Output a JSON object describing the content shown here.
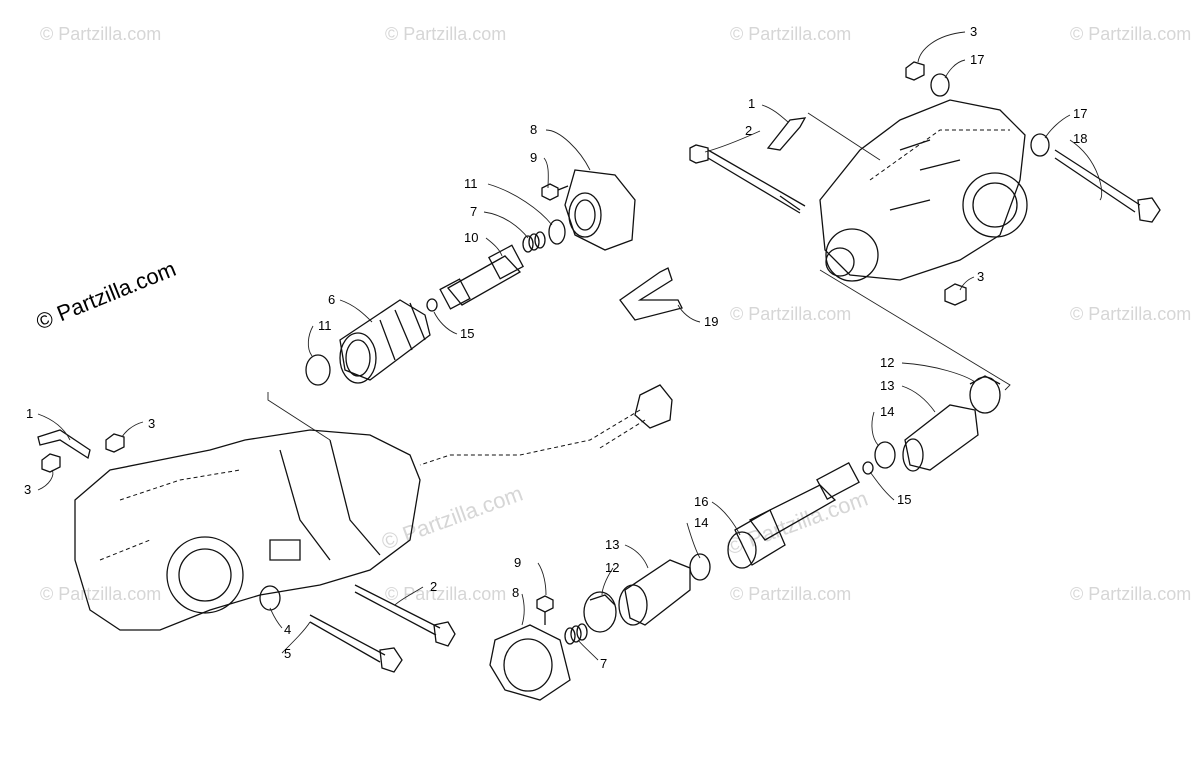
{
  "brand": {
    "text": "© Partzilla.com"
  },
  "watermark": {
    "text": "© Partzilla.com"
  },
  "callouts": [
    {
      "id": "c1a",
      "label": "1"
    },
    {
      "id": "c2a",
      "label": "2"
    },
    {
      "id": "c3a",
      "label": "3"
    },
    {
      "id": "c3b",
      "label": "3"
    },
    {
      "id": "c17a",
      "label": "17"
    },
    {
      "id": "c17b",
      "label": "17"
    },
    {
      "id": "c18",
      "label": "18"
    },
    {
      "id": "c3c",
      "label": "3"
    },
    {
      "id": "c8a",
      "label": "8"
    },
    {
      "id": "c9a",
      "label": "9"
    },
    {
      "id": "c11a",
      "label": "11"
    },
    {
      "id": "c7a",
      "label": "7"
    },
    {
      "id": "c10",
      "label": "10"
    },
    {
      "id": "c6",
      "label": "6"
    },
    {
      "id": "c11b",
      "label": "11"
    },
    {
      "id": "c15a",
      "label": "15"
    },
    {
      "id": "c19",
      "label": "19"
    },
    {
      "id": "c12a",
      "label": "12"
    },
    {
      "id": "c13a",
      "label": "13"
    },
    {
      "id": "c14a",
      "label": "14"
    },
    {
      "id": "c15b",
      "label": "15"
    },
    {
      "id": "c1b",
      "label": "1"
    },
    {
      "id": "c3d",
      "label": "3"
    },
    {
      "id": "c3e",
      "label": "3"
    },
    {
      "id": "c16",
      "label": "16"
    },
    {
      "id": "c14b",
      "label": "14"
    },
    {
      "id": "c13b",
      "label": "13"
    },
    {
      "id": "c12b",
      "label": "12"
    },
    {
      "id": "c9b",
      "label": "9"
    },
    {
      "id": "c8b",
      "label": "8"
    },
    {
      "id": "c7b",
      "label": "7"
    },
    {
      "id": "c2b",
      "label": "2"
    },
    {
      "id": "c4",
      "label": "4"
    },
    {
      "id": "c5",
      "label": "5"
    }
  ]
}
